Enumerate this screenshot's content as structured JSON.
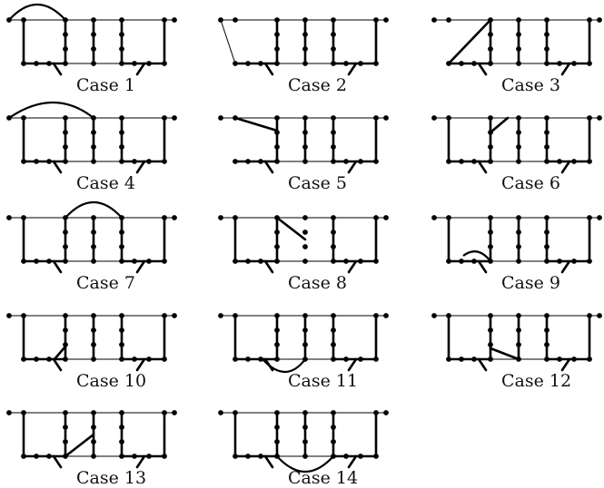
{
  "cases": [
    {
      "label": "Case 1"
    },
    {
      "label": "Case 2"
    },
    {
      "label": "Case 3"
    },
    {
      "label": "Case 4"
    },
    {
      "label": "Case 5"
    },
    {
      "label": "Case 6"
    },
    {
      "label": "Case 7"
    },
    {
      "label": "Case 8"
    },
    {
      "label": "Case 9"
    },
    {
      "label": "Case 10"
    },
    {
      "label": "Case 11"
    },
    {
      "label": "Case 12"
    },
    {
      "label": "Case 13"
    },
    {
      "label": "Case 14"
    }
  ]
}
